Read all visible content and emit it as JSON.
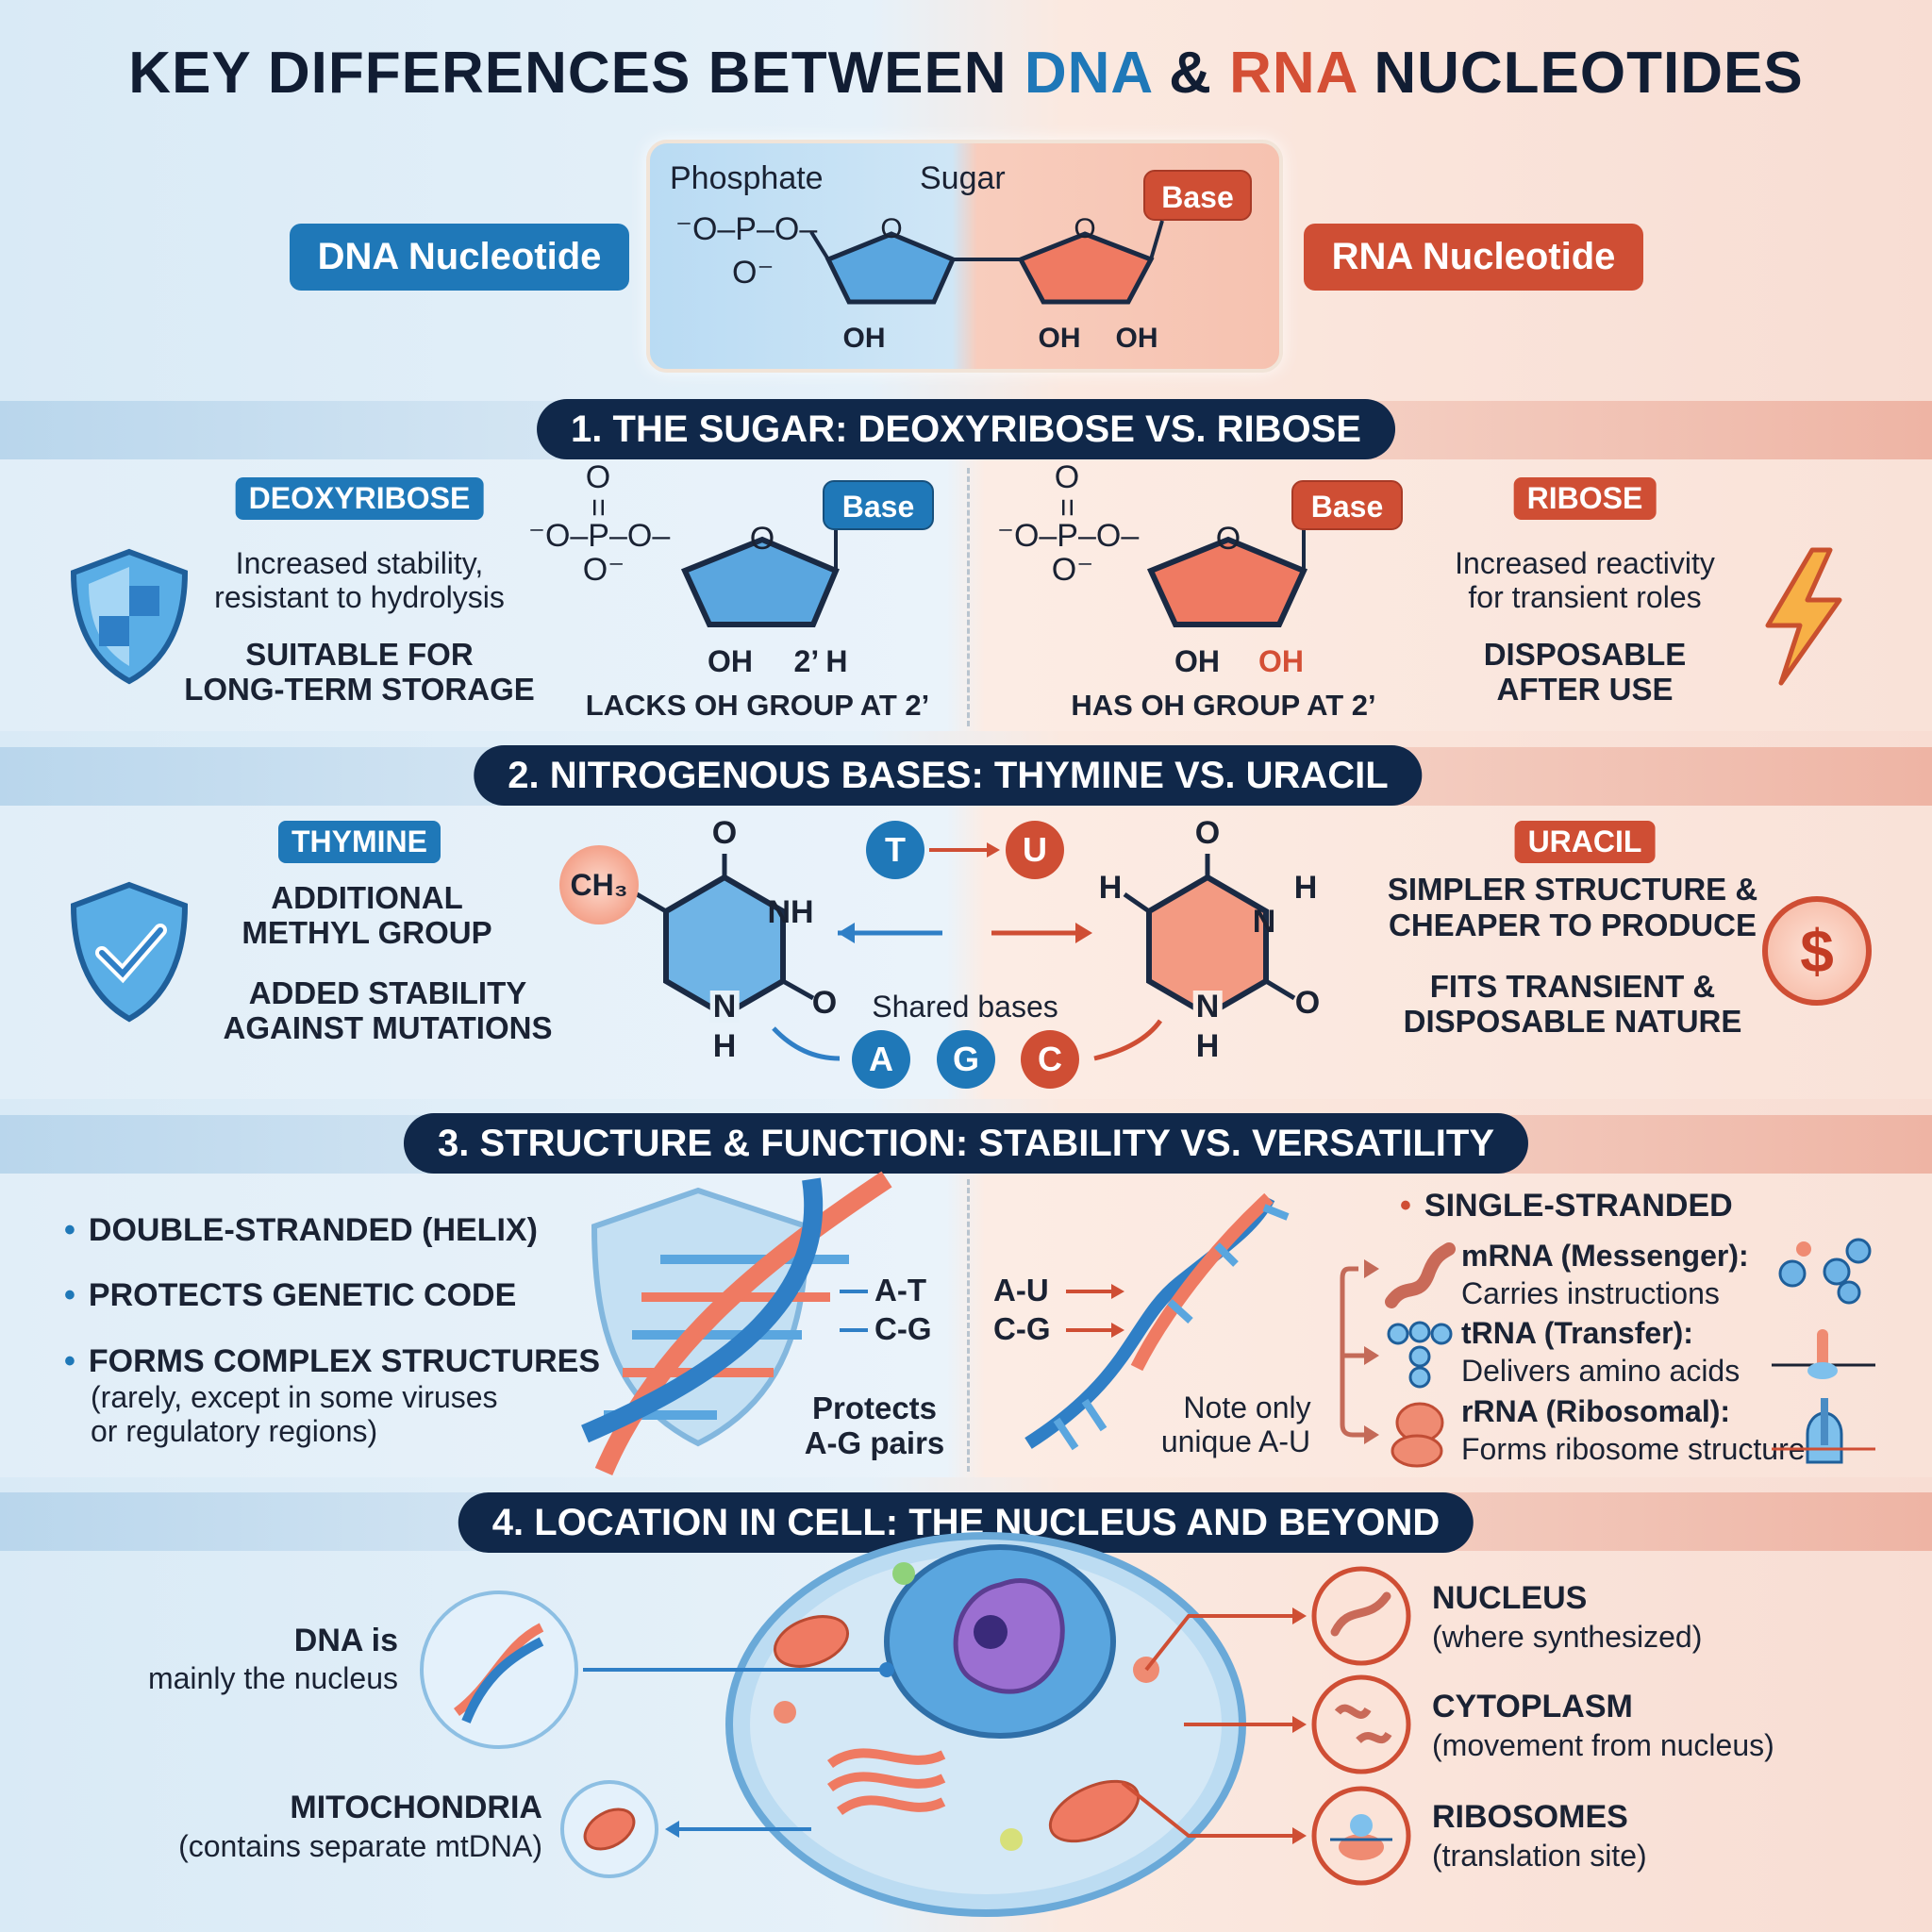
{
  "title": {
    "pre": "KEY DIFFERENCES BETWEEN ",
    "dna": "DNA",
    "amp": " & ",
    "rna": "RNA",
    "post": " NUCLEOTIDES"
  },
  "colors": {
    "dna": "#1f78b8",
    "rna": "#cf4e34",
    "header": "#10284a"
  },
  "top": {
    "dna_label": "DNA Nucleotide",
    "rna_label": "RNA Nucleotide",
    "phosphate": "Phosphate",
    "sugar": "Sugar",
    "base": "Base",
    "phos_formula": "⁻O–P–O–",
    "phos_o": "O⁻",
    "ring_o": "O",
    "oh": "OH"
  },
  "s1": {
    "header": "1.  THE SUGAR: DEOXYRIBOSE VS. RIBOSE",
    "left": {
      "tag": "DEOXYRIBOSE",
      "desc1": "Increased stability,",
      "desc2": "resistant to hydrolysis",
      "bold1": "SUITABLE FOR",
      "bold2": "LONG-TERM STORAGE",
      "icon": "shield-icon"
    },
    "dna_struct": {
      "top_o": "O",
      "eq": "=",
      "formula": "⁻O–P–O–",
      "bottom": "O⁻",
      "ring_o": "O",
      "base": "Base",
      "oh": "OH",
      "h2": "2’ H",
      "caption": "LACKS OH GROUP AT 2’"
    },
    "rna_struct": {
      "top_o": "O",
      "eq": "=",
      "formula": "⁻O–P–O–",
      "bottom": "O⁻",
      "ring_o": "O",
      "base": "Base",
      "oh": "OH",
      "oh2": "OH",
      "caption": "HAS OH GROUP AT 2’"
    },
    "right": {
      "tag": "RIBOSE",
      "desc1": "Increased reactivity",
      "desc2": "for transient roles",
      "bold1": "DISPOSABLE",
      "bold2": "AFTER USE",
      "icon": "lightning-icon"
    }
  },
  "s2": {
    "header": "2.  NITROGENOUS BASES: THYMINE VS. URACIL",
    "left": {
      "tag": "THYMINE",
      "b1": "ADDITIONAL",
      "b2": "METHYL GROUP",
      "b3": "ADDED STABILITY",
      "b4": "AGAINST MUTATIONS"
    },
    "thymine": {
      "ch3": "CH₃",
      "o_top": "O",
      "nh": "NH",
      "o_right": "O",
      "n": "N",
      "h": "H"
    },
    "swap": {
      "t": "T",
      "u": "U"
    },
    "shared": {
      "label": "Shared bases",
      "bases": [
        "A",
        "G",
        "C"
      ]
    },
    "uracil": {
      "h_left": "H",
      "h_right": "H",
      "n_top": "N",
      "o_top": "O",
      "o_right": "O",
      "n": "N",
      "h": "H"
    },
    "right": {
      "tag": "URACIL",
      "b1": "SIMPLER STRUCTURE &",
      "b2": "CHEAPER TO PRODUCE",
      "b3": "FITS TRANSIENT &",
      "b4": "DISPOSABLE NATURE",
      "dollar": "$"
    }
  },
  "s3": {
    "header": "3. STRUCTURE & FUNCTION: STABILITY VS. VERSATILITY",
    "bullets": [
      "DOUBLE-STRANDED (HELIX)",
      "PROTECTS GENETIC CODE",
      "FORMS COMPLEX STRUCTURES"
    ],
    "sub1": "(rarely, except in some viruses",
    "sub2": "or regulatory regions)",
    "dna_pairs": [
      "A-T",
      "C-G"
    ],
    "dna_note1": "Protects",
    "dna_note2": "A-G pairs",
    "rna_pairs": [
      "A-U",
      "C-G"
    ],
    "rna_note1": "Note only",
    "rna_note2": "unique A-U",
    "single": "SINGLE-STRANDED",
    "types": [
      {
        "name": "mRNA (Messenger):",
        "desc": "Carries instructions"
      },
      {
        "name": "tRNA (Transfer):",
        "desc": "Delivers amino acids"
      },
      {
        "name": "rRNA (Ribosomal):",
        "desc": "Forms ribosome structure"
      }
    ]
  },
  "s4": {
    "header": "4. LOCATION IN CELL: THE NUCLEUS AND BEYOND",
    "dna1": "DNA is",
    "dna2": "mainly the nucleus",
    "mito1": "MITOCHONDRIA",
    "mito2": "(contains separate mtDNA)",
    "locs": [
      {
        "name": "NUCLEUS",
        "desc": "(where synthesized)"
      },
      {
        "name": "CYTOPLASM",
        "desc": "(movement from nucleus)"
      },
      {
        "name": "RIBOSOMES",
        "desc": "(translation site)"
      }
    ]
  }
}
